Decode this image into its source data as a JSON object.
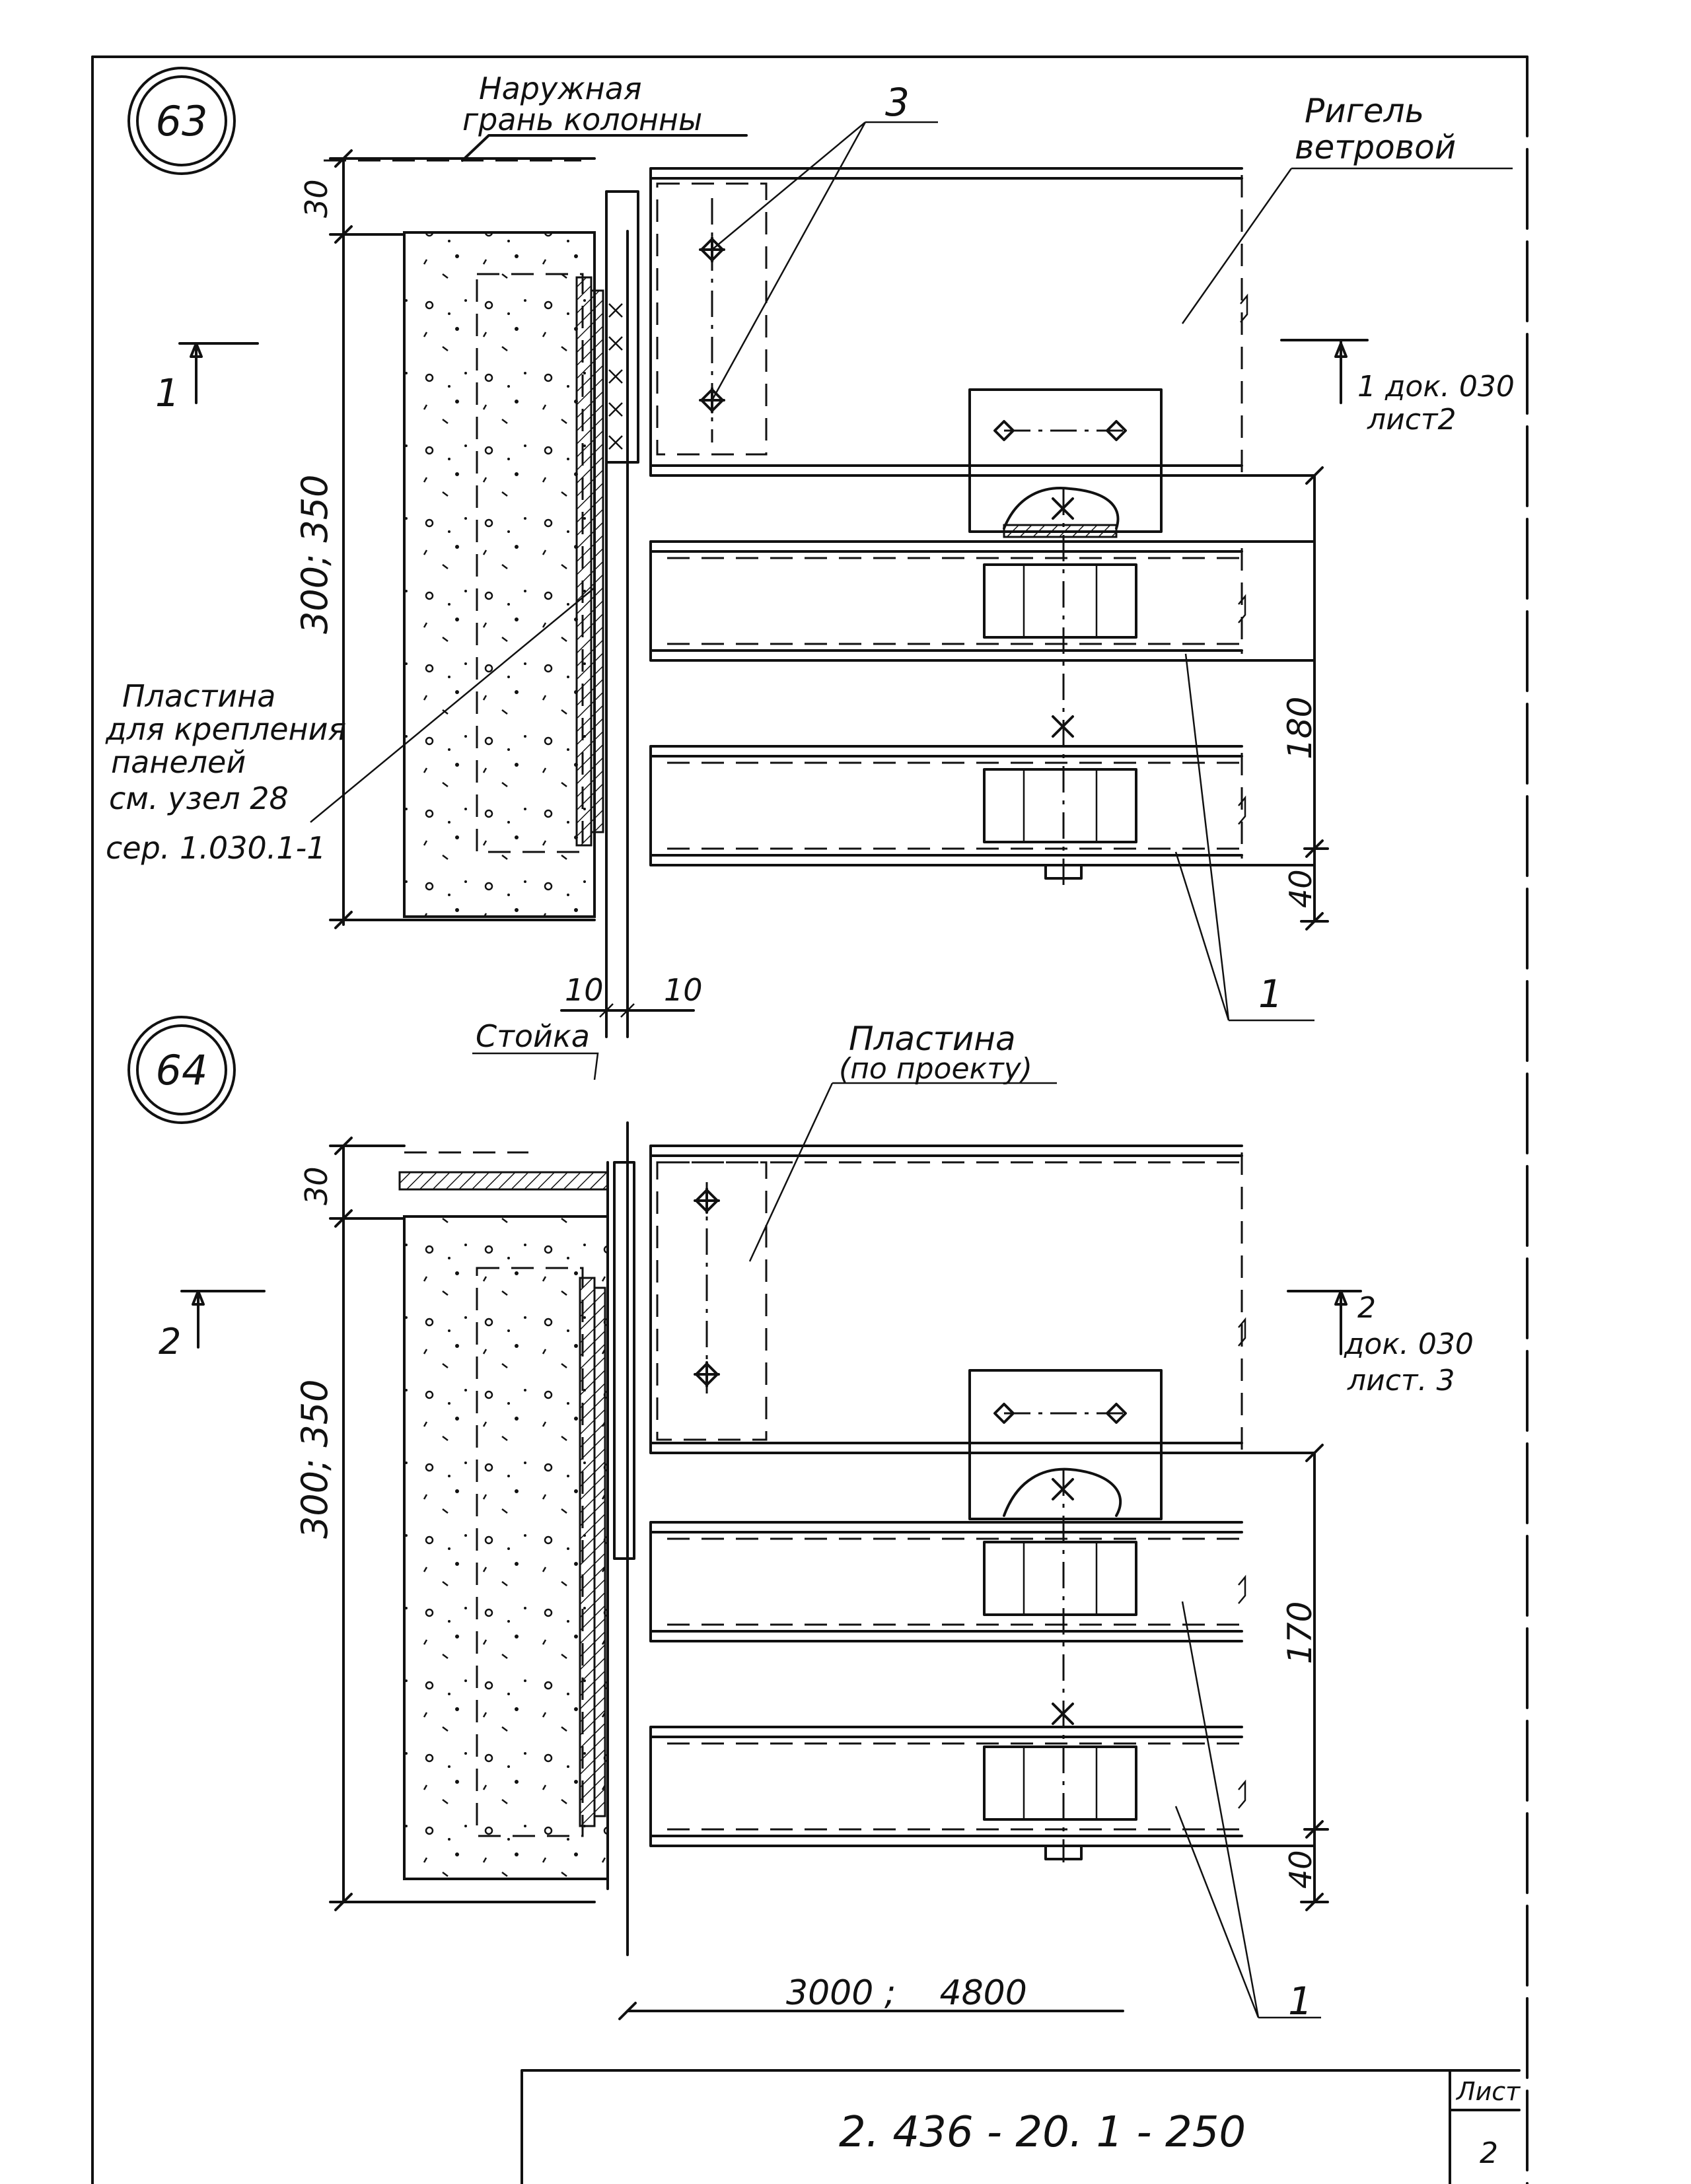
{
  "node_63": {
    "number": "63",
    "label_column_face": [
      "Наружная",
      "грань колонны"
    ],
    "label_riegel": [
      "Ригель",
      "ветровой"
    ],
    "ref_bolts": "3",
    "section_mark": "1",
    "section_ref": [
      "1 док. 030",
      "лист2"
    ],
    "label_plate": [
      "Пластина",
      "для крепления",
      "панелей",
      "см. узел 28",
      "сер. 1.030.1-1"
    ],
    "dim_top": "30",
    "dim_height": "300; 350",
    "dim_beam": "180",
    "dim_bottom": "40",
    "dim_gap_left": "10",
    "dim_gap_right": "10",
    "label_post": "Стойка",
    "ref_beams": "1"
  },
  "node_64": {
    "number": "64",
    "label_plate": [
      "Пластина",
      "(по проекту)"
    ],
    "section_mark": "2",
    "section_ref": [
      "2",
      "док. 030",
      "лист. 3"
    ],
    "dim_top": "30",
    "dim_height": "300; 350",
    "dim_beam": "170",
    "dim_bottom": "40",
    "dim_span": "3000 ;    4800",
    "ref_beams": "1"
  },
  "title_block": {
    "doc_number": "2. 436 - 20. 1 - 250",
    "sheet_label": "Лист",
    "sheet_number": "2"
  }
}
